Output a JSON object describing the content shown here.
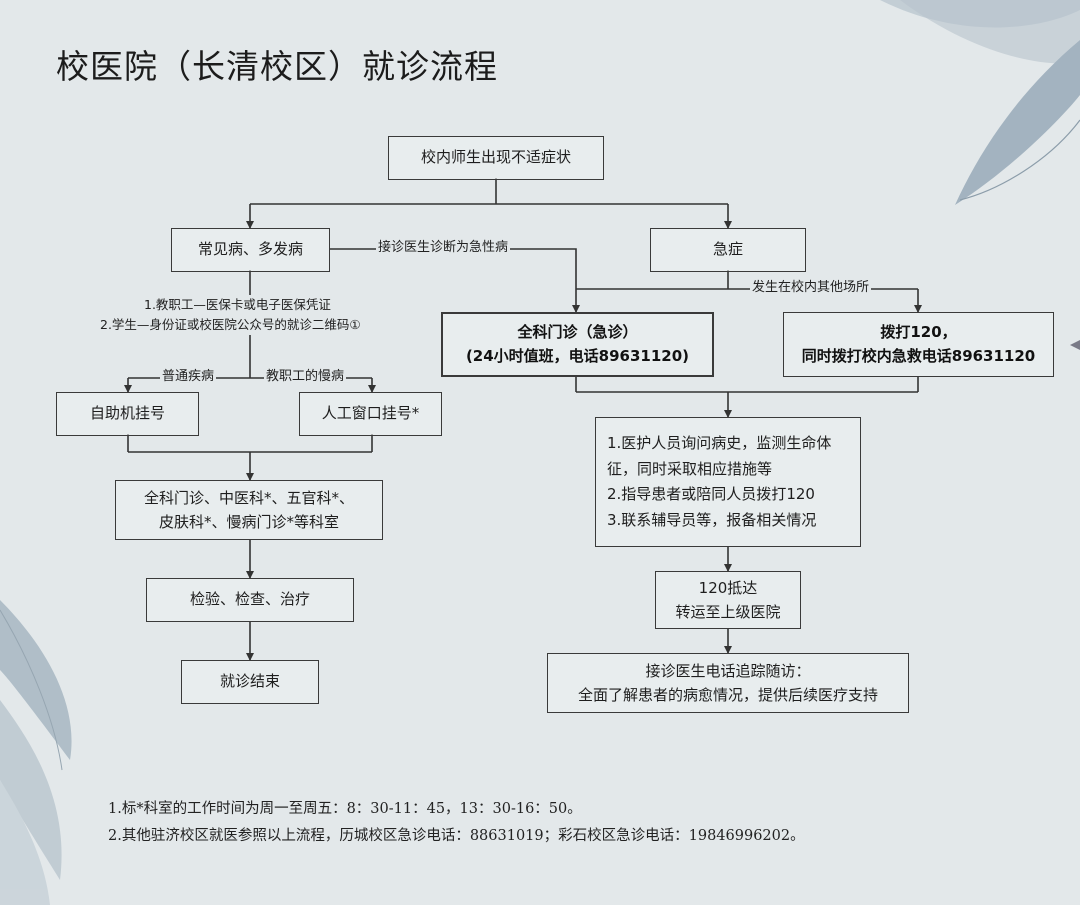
{
  "title": "校医院（长清校区）就诊流程",
  "nodes": {
    "start": "校内师生出现不适症状",
    "common": "常见病、多发病",
    "urgent": "急症",
    "er_line1": "全科门诊（急诊）",
    "er_line2": "(24小时值班，电话89631120)",
    "call_line1": "拨打120，",
    "call_line2": "同时拨打校内急救电话89631120",
    "self_reg": "自助机挂号",
    "window_reg": "人工窗口挂号*",
    "depts_line1": "全科门诊、中医科*、五官科*、",
    "depts_line2": "皮肤科*、慢病门诊*等科室",
    "exam": "检验、检查、治疗",
    "end": "就诊结束",
    "steps_line1": "1.医护人员询问病史，监测生命体",
    "steps_line2": "征，同时采取相应措施等",
    "steps_line3": "2.指导患者或陪同人员拨打120",
    "steps_line4": "3.联系辅导员等，报备相关情况",
    "arrive_line1": "120抵达",
    "arrive_line2": "转运至上级医院",
    "followup_line1": "接诊医生电话追踪随访：",
    "followup_line2": "全面了解患者的病愈情况，提供后续医疗支持"
  },
  "edge_labels": {
    "diagnosed_urgent": "接诊医生诊断为急性病",
    "elsewhere": "发生在校内其他场所",
    "ordinary": "普通疾病",
    "chronic": "教职工的慢病"
  },
  "reg_notes": {
    "line1": "1.教职工—医保卡或电子医保凭证",
    "line2": "2.学生—身份证或校医院公众号的就诊二维码①"
  },
  "footnotes": {
    "line1": "1.标*科室的工作时间为周一至周五：8：30-11：45，13：30-16：50。",
    "line2": "2.其他驻济校区就医参照以上流程，历城校区急诊电话：88631019；彩石校区急诊电话：19846996202。"
  }
}
